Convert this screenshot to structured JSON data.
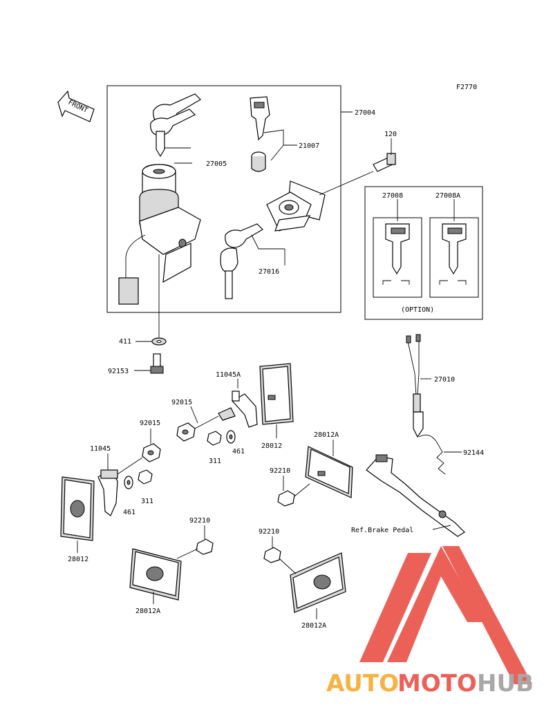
{
  "figure_code": "F2770",
  "front_arrow_label": "FRONT",
  "option_label": "(OPTION)",
  "ref_label": "Ref.Brake Pedal",
  "part_labels": {
    "p27004": "27004",
    "p27005": "27005",
    "p21007": "21007",
    "p120": "120",
    "p27016": "27016",
    "p27008": "27008",
    "p27008A": "27008A",
    "p411": "411",
    "p92153": "92153",
    "p11045A": "11045A",
    "p92015_a": "92015",
    "p92015_b": "92015",
    "p27010": "27010",
    "p28012_a": "28012",
    "p28012A_a": "28012A",
    "p11045": "11045",
    "p311_a": "311",
    "p461_a": "461",
    "p311_b": "311",
    "p461_b": "461",
    "p92210_a": "92210",
    "p92144": "92144",
    "p28012_b": "28012",
    "p92210_b": "92210",
    "p92210_c": "92210",
    "p28012A_b": "28012A",
    "p28012A_c": "28012A"
  },
  "watermark": {
    "auto": "AUTO",
    "moto": "MOTO",
    "hub": "HUB",
    "color_light": "#f5a623",
    "color_red": "#e8463c",
    "color_grey": "#9a9a9a"
  }
}
